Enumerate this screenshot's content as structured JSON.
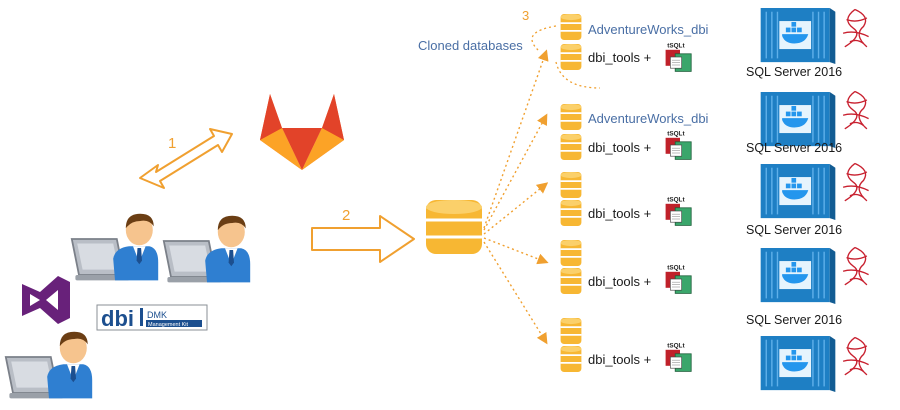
{
  "step_labels": {
    "one": "1",
    "two": "2",
    "three": "3"
  },
  "cloned_databases_label": "Cloned databases",
  "dbi_logo": {
    "dbi": "dbi",
    "dmk": "DMK",
    "sub": "Management Kit"
  },
  "tsqlt_label": "tSQLt",
  "rows": [
    {
      "db_name": "AdventureWorks_dbi",
      "tools_label": "dbi_tools +",
      "server_label": "SQL Server 2016"
    },
    {
      "db_name": "AdventureWorks_dbi",
      "tools_label": "dbi_tools +",
      "server_label": "SQL Server 2016"
    },
    {
      "db_name": "",
      "tools_label": "dbi_tools +",
      "server_label": "SQL Server 2016"
    },
    {
      "db_name": "",
      "tools_label": "dbi_tools +",
      "server_label": "SQL Server 2016"
    },
    {
      "db_name": "",
      "tools_label": "dbi_tools +",
      "server_label": ""
    }
  ],
  "colors": {
    "orange": "#f0a030",
    "db_fill": "#f7b733",
    "db_dark": "#e08a1a",
    "text_blue": "#4a6fa5",
    "container_blue": "#1e7fc4",
    "vs_purple": "#68217a",
    "gitlab_red": "#e24329",
    "gitlab_orange": "#fc6d26",
    "gitlab_light": "#fca326"
  }
}
